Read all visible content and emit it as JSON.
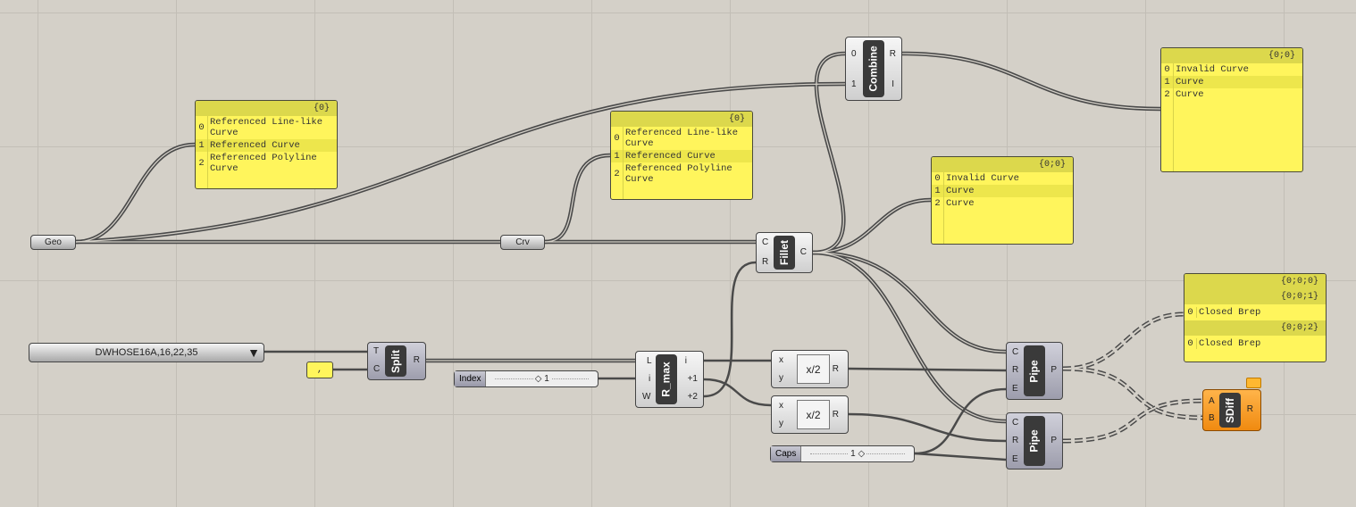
{
  "params": {
    "geo": "Geo",
    "crv": "Crv"
  },
  "panel1": {
    "header": "{0}",
    "rows": [
      {
        "i": "0",
        "t": "Referenced Line-like Curve"
      },
      {
        "i": "1",
        "t": "Referenced Curve"
      },
      {
        "i": "2",
        "t": "Referenced Polyline Curve"
      }
    ]
  },
  "panel2": {
    "header": "{0}",
    "rows": [
      {
        "i": "0",
        "t": "Referenced Line-like Curve"
      },
      {
        "i": "1",
        "t": "Referenced Curve"
      },
      {
        "i": "2",
        "t": "Referenced Polyline Curve"
      }
    ]
  },
  "panel3": {
    "header": "{0;0}",
    "rows": [
      {
        "i": "0",
        "t": "Invalid Curve"
      },
      {
        "i": "1",
        "t": "Curve"
      },
      {
        "i": "2",
        "t": "Curve"
      }
    ]
  },
  "panel4": {
    "header": "{0;0}",
    "rows": [
      {
        "i": "0",
        "t": "Invalid Curve"
      },
      {
        "i": "1",
        "t": "Curve"
      },
      {
        "i": "2",
        "t": "Curve"
      }
    ]
  },
  "panel5": {
    "h0": "{0;0;0}",
    "h1": "{0;0;1}",
    "r1": {
      "i": "0",
      "t": "Closed Brep"
    },
    "h2": "{0;0;2}",
    "r2": {
      "i": "0",
      "t": "Closed Brep"
    }
  },
  "comma_panel": ",",
  "value_list": {
    "value": "DWHOSE16A,16,22,35"
  },
  "combine": {
    "name": "Combine",
    "in": [
      "0",
      "1"
    ],
    "out": [
      "R",
      "I"
    ]
  },
  "fillet": {
    "name": "Fillet",
    "in": [
      "C",
      "R"
    ],
    "out": [
      "C"
    ]
  },
  "split": {
    "name": "Split",
    "in": [
      "T",
      "C"
    ],
    "out": [
      "R"
    ]
  },
  "rmax": {
    "name": "R_max",
    "in": [
      "L",
      "i",
      "W"
    ],
    "out": [
      "i",
      "+1",
      "+2"
    ]
  },
  "expr1": {
    "expr": "x/2",
    "in": [
      "x",
      "y"
    ],
    "out": [
      "R"
    ]
  },
  "expr2": {
    "expr": "x/2",
    "in": [
      "x",
      "y"
    ],
    "out": [
      "R"
    ]
  },
  "index_slider": {
    "label": "Index",
    "value": "1"
  },
  "caps_slider": {
    "label": "Caps",
    "value": "1"
  },
  "pipe1": {
    "name": "Pipe",
    "in": [
      "C",
      "R",
      "E"
    ],
    "out": [
      "P"
    ]
  },
  "pipe2": {
    "name": "Pipe",
    "in": [
      "C",
      "R",
      "E"
    ],
    "out": [
      "P"
    ]
  },
  "sdiff": {
    "name": "SDiff",
    "in": [
      "A",
      "B"
    ],
    "out": [
      "R"
    ]
  },
  "colors": {
    "canvas": "#d4d0c8",
    "panel": "#fff55c",
    "sdiff": "#f59a20"
  }
}
